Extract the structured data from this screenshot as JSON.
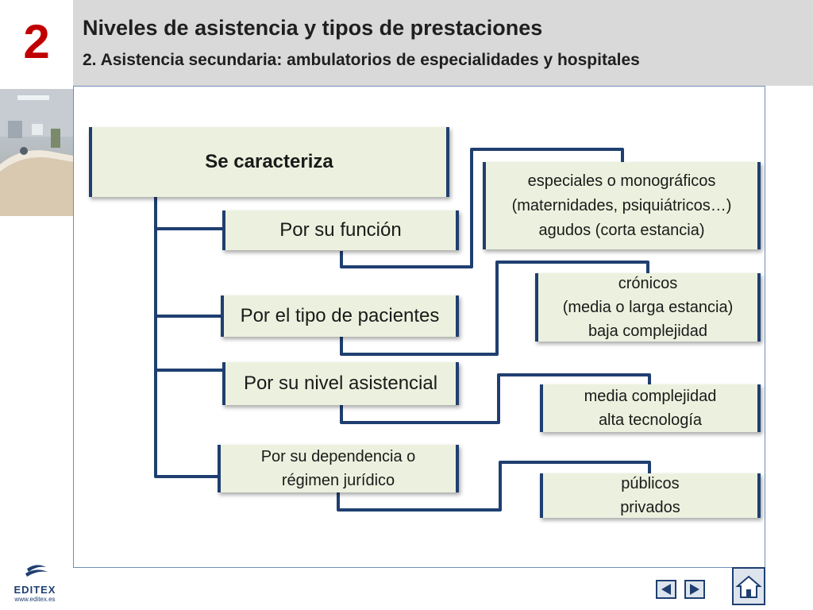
{
  "header": {
    "chapter_number": "2",
    "title": "Niveles de asistencia y tipos de prestaciones",
    "subtitle": "2. Asistencia secundaria: ambulatorios de especialidades y hospitales"
  },
  "diagram": {
    "root": "Se caracteriza",
    "criteria": [
      "Por su función",
      "Por el tipo de pacientes",
      "Por su nivel asistencial",
      "Por su dependencia o\nrégimen jurídico"
    ],
    "types": [
      "especiales o monográficos\n(maternidades, psiquiátricos…)\nagudos (corta estancia)",
      "crónicos\n(media o larga estancia)\nbaja complejidad",
      "media complejidad\nalta tecnología",
      "públicos\nprivados"
    ]
  },
  "footer": {
    "logo_text": "EDITEX",
    "logo_url": "www.editex.es"
  },
  "icons": {
    "prev": "arrow-left-icon",
    "next": "arrow-right-icon",
    "home": "home-icon"
  },
  "colors": {
    "header_bg": "#d9d9d9",
    "chapter_red": "#c00000",
    "box_fill": "#ebf1de",
    "connector_blue": "#1f3f70"
  }
}
